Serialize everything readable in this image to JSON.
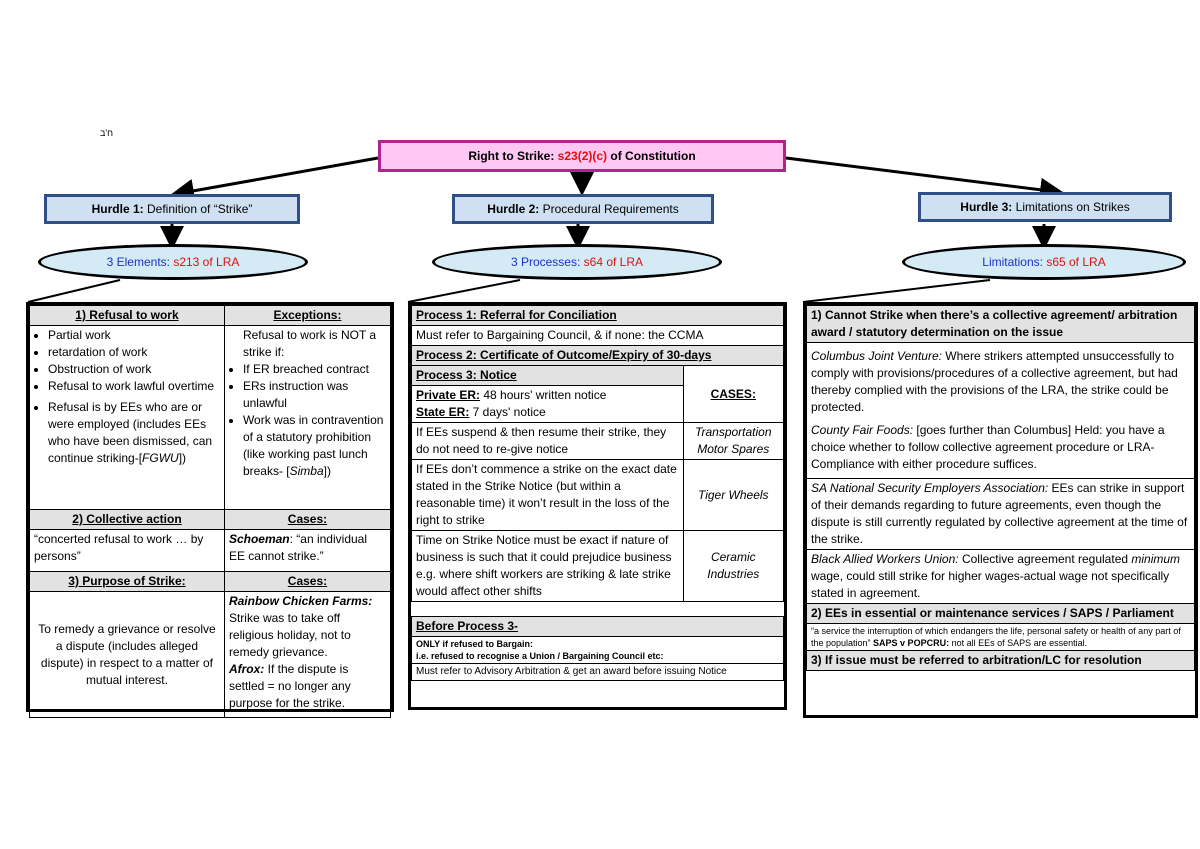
{
  "corner_mark": "ח'ב",
  "root": {
    "prefix": "Right to Strike: ",
    "section": "s23(2)(c)",
    "suffix": " of Constitution"
  },
  "hurdles": [
    {
      "label": "Hurdle 1:",
      "text": " Definition of “Strike”"
    },
    {
      "label": "Hurdle 2:",
      "text": " Procedural Requirements"
    },
    {
      "label": "Hurdle 3:",
      "text": " Limitations on Strikes"
    }
  ],
  "ellipses": [
    {
      "prefix": "3 Elements: ",
      "section": "s213 of LRA"
    },
    {
      "prefix": "3 Processes: ",
      "section": "s64 of LRA"
    },
    {
      "prefix": "Limitations: ",
      "section": "s65 of LRA"
    }
  ],
  "col1": {
    "h1_left": "1) Refusal to work",
    "h1_right": "Exceptions:",
    "refusal_items": [
      "Partial work",
      " retardation of work",
      "Obstruction of work",
      "Refusal to work lawful overtime",
      "Refusal is by EEs who are or were employed (includes EEs who have been dismissed, can continue striking-[",
      "FGWU",
      "])"
    ],
    "exceptions_intro": "Refusal to work is NOT a strike if:",
    "exceptions_items": [
      "If ER breached contract",
      "ERs instruction was unlawful",
      "Work was  in contravention of a statutory prohibition (like working past lunch breaks- [",
      "Simba",
      "])"
    ],
    "h2_left": "2) Collective action",
    "h2_right": "Cases:",
    "collective_text": "“concerted refusal to work … by persons”",
    "schoeman_case": "Schoeman",
    "schoeman_text": ": “an individual EE cannot strike.”",
    "h3_left": "3) Purpose of Strike:",
    "h3_right": "Cases:",
    "purpose_text": "To remedy a grievance or resolve a dispute (includes alleged dispute) in respect to a matter of mutual interest.",
    "rainbow_case": "Rainbow Chicken Farms:",
    "rainbow_text": " Strike was to take off religious holiday, not to remedy grievance.",
    "afrox_case": "Afrox:",
    "afrox_text": " If the dispute is settled = no longer any purpose for the strike."
  },
  "col2": {
    "p1_title": "Process 1: Referral for Conciliation",
    "p1_text": "Must refer to Bargaining Council, & if none: the CCMA",
    "p2_title": "Process 2: Certificate of Outcome/Expiry of 30-days",
    "p3_title": "Process 3: Notice",
    "cases_label": "CASES:",
    "private_label": "Private ER:",
    "private_text": " 48 hours' written notice",
    "state_label": "State ER:",
    "state_text": " 7 days' notice",
    "row_suspend": "If EEs suspend & then resume their strike, they do not need to re-give notice",
    "case_transport": "Transportation Motor Spares",
    "row_commence": "If EEs don’t commence a strike on the exact date stated in the Strike Notice (but within a reasonable time) it won’t result in the loss of the right to strike",
    "case_tiger": "Tiger Wheels",
    "row_time": "Time on Strike Notice must be exact if nature of business is such that it could prejudice business e.g. where shift workers are striking & late strike would affect other shifts",
    "case_ceramic": "Ceramic Industries",
    "before_title": "Before  Process 3-",
    "only_if": "ONLY if refused to Bargain:",
    "ie_text": "i.e. refused to recognise a Union / Bargaining Council etc:",
    "must_refer": "Must refer to Advisory Arbitration & get an award before issuing Notice"
  },
  "col3": {
    "h1": "1) Cannot Strike when there’s a collective agreement/ arbitration award / statutory determination on the issue",
    "columbus_case": "Columbus Joint Venture:",
    "columbus_text": " Where strikers attempted unsuccessfully to comply with provisions/procedures of a collective agreement, but had thereby complied with the provisions of the LRA, the strike could be protected.",
    "county_case": "County Fair Foods:",
    "county_text": " [goes further than Columbus] Held: you have a choice whether to follow collective agreement procedure or LRA-Compliance with either procedure suffices.",
    "sansea_case": "SA National Security Employers Association:",
    "sansea_text": " EEs can strike in support of their demands regarding to future agreements, even though the dispute is still currently regulated by collective agreement at the time of the strike.",
    "bawu_case": "Black Allied Workers Union:",
    "bawu_text1": " Collective agreement regulated ",
    "bawu_min": "minimum",
    "bawu_text2": " wage, could still strike for higher wages-actual wage not specifically stated in agreement.",
    "h2": "2) EEs in  essential or maintenance services / SAPS / Parliament",
    "essential_quote": "“a service the interruption of which endangers the life, personal safety or health of any part of the population”",
    "saps_case": " SAPS v POPCRU:",
    "saps_text": " not all EEs of SAPS are essential.",
    "h3": "3)  If issue must be referred to arbitration/LC for resolution"
  }
}
